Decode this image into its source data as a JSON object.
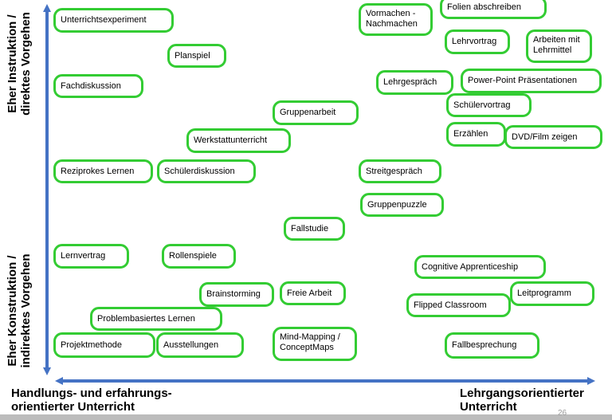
{
  "axes": {
    "y_top_label": "Eher Instruktion /\ndirektes Vorgehen",
    "y_bottom_label": "Eher Konstruktion /\nindirektes Vorgehen",
    "x_left_label": "Handlungs- und erfahrungs-\norientierter Unterricht",
    "x_right_label": "Lehrgangsorientierter\nUnterricht",
    "axis_color": "#4472c4",
    "box_border_color": "#33cc33"
  },
  "methods": [
    {
      "id": "unterrichtsexperiment",
      "label": "Unterrichtsexperiment"
    },
    {
      "id": "planspiel",
      "label": "Planspiel"
    },
    {
      "id": "fachdiskussion",
      "label": "Fachdiskussion"
    },
    {
      "id": "gruppenarbeit",
      "label": "Gruppenarbeit"
    },
    {
      "id": "werkstattunterricht",
      "label": "Werkstattunterricht"
    },
    {
      "id": "reziprokes-lernen",
      "label": "Reziprokes Lernen"
    },
    {
      "id": "schuelerdiskussion",
      "label": "Schülerdiskussion"
    },
    {
      "id": "vormachen-nachmachen",
      "label": "Vormachen -\nNachmachen"
    },
    {
      "id": "folien-abschreiben",
      "label": "Folien abschreiben"
    },
    {
      "id": "lehrvortrag",
      "label": "Lehrvortrag"
    },
    {
      "id": "arbeiten-mit-lehrmittel",
      "label": "Arbeiten mit\nLehrmittel"
    },
    {
      "id": "lehrgespraech",
      "label": "Lehrgespräch"
    },
    {
      "id": "powerpoint-praesentationen",
      "label": "Power-Point Präsentationen"
    },
    {
      "id": "schuelervortrag",
      "label": "Schülervortrag"
    },
    {
      "id": "erzaehlen",
      "label": "Erzählen"
    },
    {
      "id": "dvd-film-zeigen",
      "label": "DVD/Film zeigen"
    },
    {
      "id": "streitgespraech",
      "label": "Streitgespräch"
    },
    {
      "id": "gruppenpuzzle",
      "label": "Gruppenpuzzle"
    },
    {
      "id": "fallstudie",
      "label": "Fallstudie"
    },
    {
      "id": "lernvertrag",
      "label": "Lernvertrag"
    },
    {
      "id": "rollenspiele",
      "label": "Rollenspiele"
    },
    {
      "id": "cognitive-apprenticeship",
      "label": "Cognitive Apprenticeship"
    },
    {
      "id": "brainstorming",
      "label": "Brainstorming"
    },
    {
      "id": "freie-arbeit",
      "label": "Freie Arbeit"
    },
    {
      "id": "leitprogramm",
      "label": "Leitprogramm"
    },
    {
      "id": "flipped-classroom",
      "label": "Flipped Classroom"
    },
    {
      "id": "problembasiertes-lernen",
      "label": "Problembasiertes Lernen"
    },
    {
      "id": "projektmethode",
      "label": "Projektmethode"
    },
    {
      "id": "ausstellungen",
      "label": "Ausstellungen"
    },
    {
      "id": "mind-mapping",
      "label": "Mind-Mapping /\nConceptMaps"
    },
    {
      "id": "fallbesprechung",
      "label": "Fallbesprechung"
    }
  ],
  "footer": {
    "page_number": "26"
  }
}
